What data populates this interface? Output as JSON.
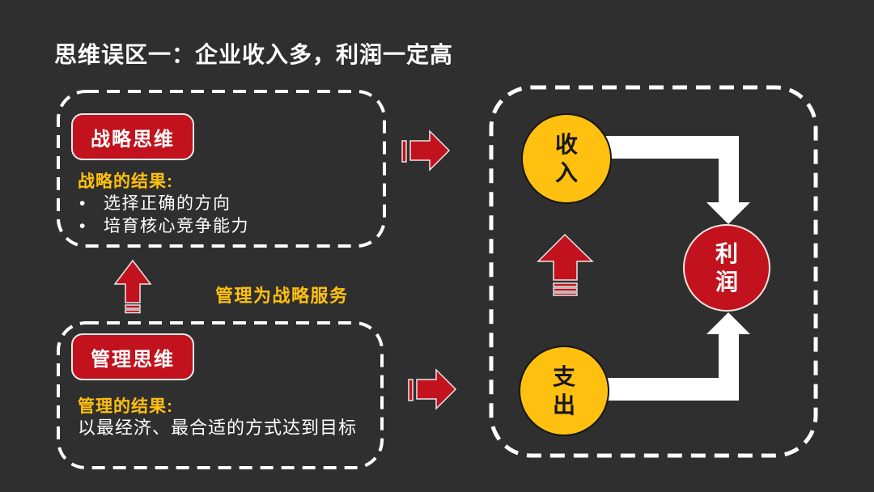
{
  "slide": {
    "title": "思维误区一：企业收入多，利润一定高"
  },
  "colors": {
    "background": "#2F2F2F",
    "red": "#C1121D",
    "gold": "#FFC010",
    "white": "#FFFFFF",
    "dash_border": "#FFFFFF",
    "circle_text_dark": "#161616"
  },
  "left_panel": {
    "strategy_box": {
      "label": "战略思维",
      "heading": "战略的结果:",
      "bullet_char": "•",
      "bullets": [
        "选择正确的方向",
        "培育核心竞争能力"
      ]
    },
    "up_arrow_caption": "管理为战略服务",
    "management_box": {
      "label": "管理思维",
      "heading": "管理的结果:",
      "body": "以最经济、最合适的方式达到目标"
    }
  },
  "right_panel": {
    "income": "收入",
    "expense": "支出",
    "profit": "利润"
  },
  "icons": {
    "striped_up_arrow": "striped-up-arrow",
    "striped_right_arrow": "striped-right-arrow",
    "elbow_flow_arrow": "elbow-arrow"
  }
}
